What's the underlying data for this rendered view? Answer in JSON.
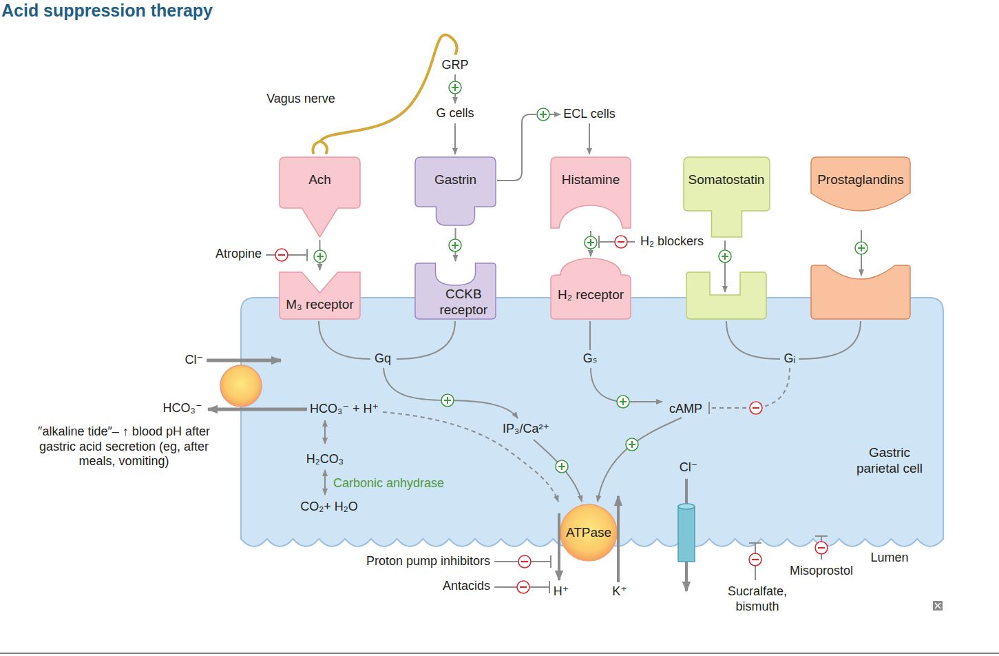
{
  "diagram": {
    "title": "Acid suppression therapy",
    "nodes": [
      {
        "text": [
          "Ach"
        ]
      },
      {
        "text": [
          "Gastrin"
        ]
      },
      {
        "text": [
          "Histamine"
        ]
      },
      {
        "text": [
          "Somatostatin"
        ]
      },
      {
        "text": [
          "Prostaglandins"
        ]
      },
      {
        "text": [
          "Gastric parietal cell"
        ]
      },
      {
        "text": [
          "M₃ receptor"
        ],
        "in": 5
      },
      {
        "text": [
          "CCKB receptor"
        ],
        "in": 5
      },
      {
        "text": [
          "H₂ receptor"
        ],
        "in": 5
      },
      {
        "text": [
          "ATPase"
        ],
        "in": 5
      }
    ],
    "edges": [
      {
        "from": 0,
        "to": 6,
        "arrow": "to"
      },
      {
        "from": 1,
        "to": 7,
        "arrow": "to"
      },
      {
        "from": 2,
        "to": 8,
        "arrow": "to"
      }
    ],
    "labels": [
      "Vagus nerve",
      "GRP",
      "G cells",
      "ECL cells",
      "Atropine",
      "H₂ blockers",
      "Gq",
      "Gₛ",
      "Gᵢ",
      "Cl⁻",
      "HCO₃⁻",
      "″alkaline tide″– ↑ blood pH after gastric acid secretion (eg, after meals, vomiting)",
      "HCO₃⁻ + H⁺",
      "H₂CO₃",
      "Carbonic anhydrase",
      "CO₂+ H₂O",
      "IP₃/Ca²⁺",
      "cAMP",
      "Cl⁻",
      "Proton pump inhibitors",
      "Antacids",
      "H⁺",
      "K⁺",
      "Sucralfate, bismuth",
      "Misoprostol",
      "Lumen"
    ]
  }
}
